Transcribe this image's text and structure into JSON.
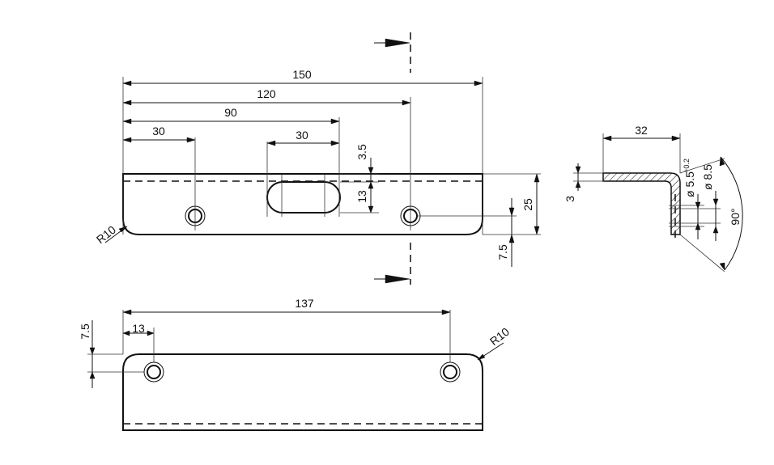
{
  "front_view": {
    "dim_150": "150",
    "dim_120": "120",
    "dim_90": "90",
    "dim_30_left": "30",
    "dim_30_slot": "30",
    "dim_3_5": "3.5",
    "dim_13_slot": "13",
    "dim_25": "25",
    "dim_7_5": "7.5",
    "radius": "R10"
  },
  "side_view": {
    "dim_32": "32",
    "dim_3": "3",
    "dia_5_5": "ø 5.5",
    "tol_5_5": "+0.2",
    "dia_8_5": "ø 8.5",
    "angle": "90°"
  },
  "bottom_view": {
    "dim_137": "137",
    "dim_13": "13",
    "dim_7_5": "7.5",
    "radius": "R10"
  }
}
